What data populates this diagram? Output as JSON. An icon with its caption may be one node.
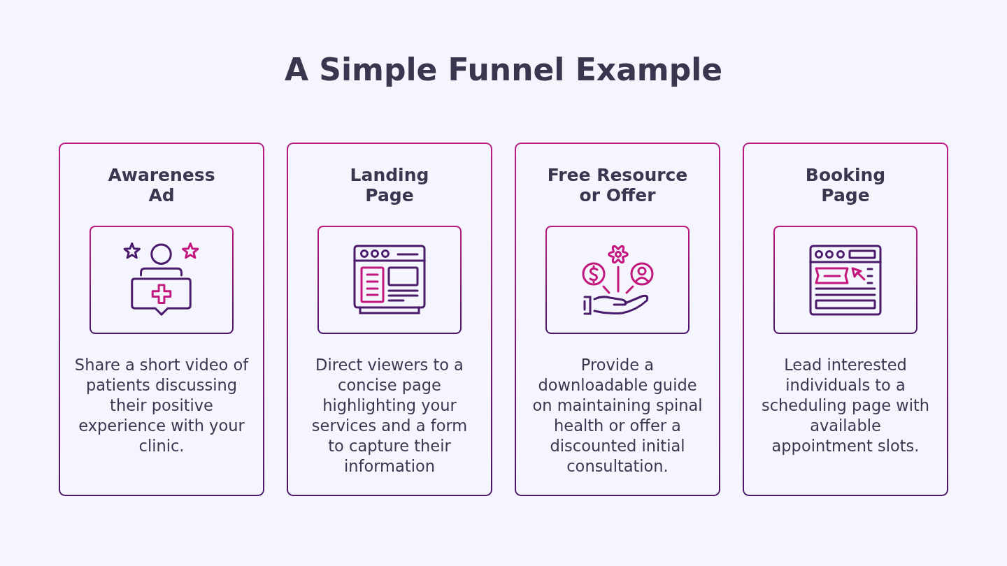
{
  "diagram": {
    "title": "A Simple Funnel Example",
    "nodes": [
      {
        "text": [
          "Awareness Ad",
          "Share a short video of patients discussing their positive experience with your clinic."
        ]
      },
      {
        "text": [
          "Landing Page",
          "Direct viewers to a concise page highlighting your services and a form to capture their information"
        ]
      },
      {
        "text": [
          "Free Resource or Offer",
          "Provide a downloadable guide on maintaining spinal health or offer a discounted initial consultation."
        ]
      },
      {
        "text": [
          "Booking Page",
          "Lead interested individuals to a scheduling page with available appointment slots."
        ]
      }
    ]
  }
}
